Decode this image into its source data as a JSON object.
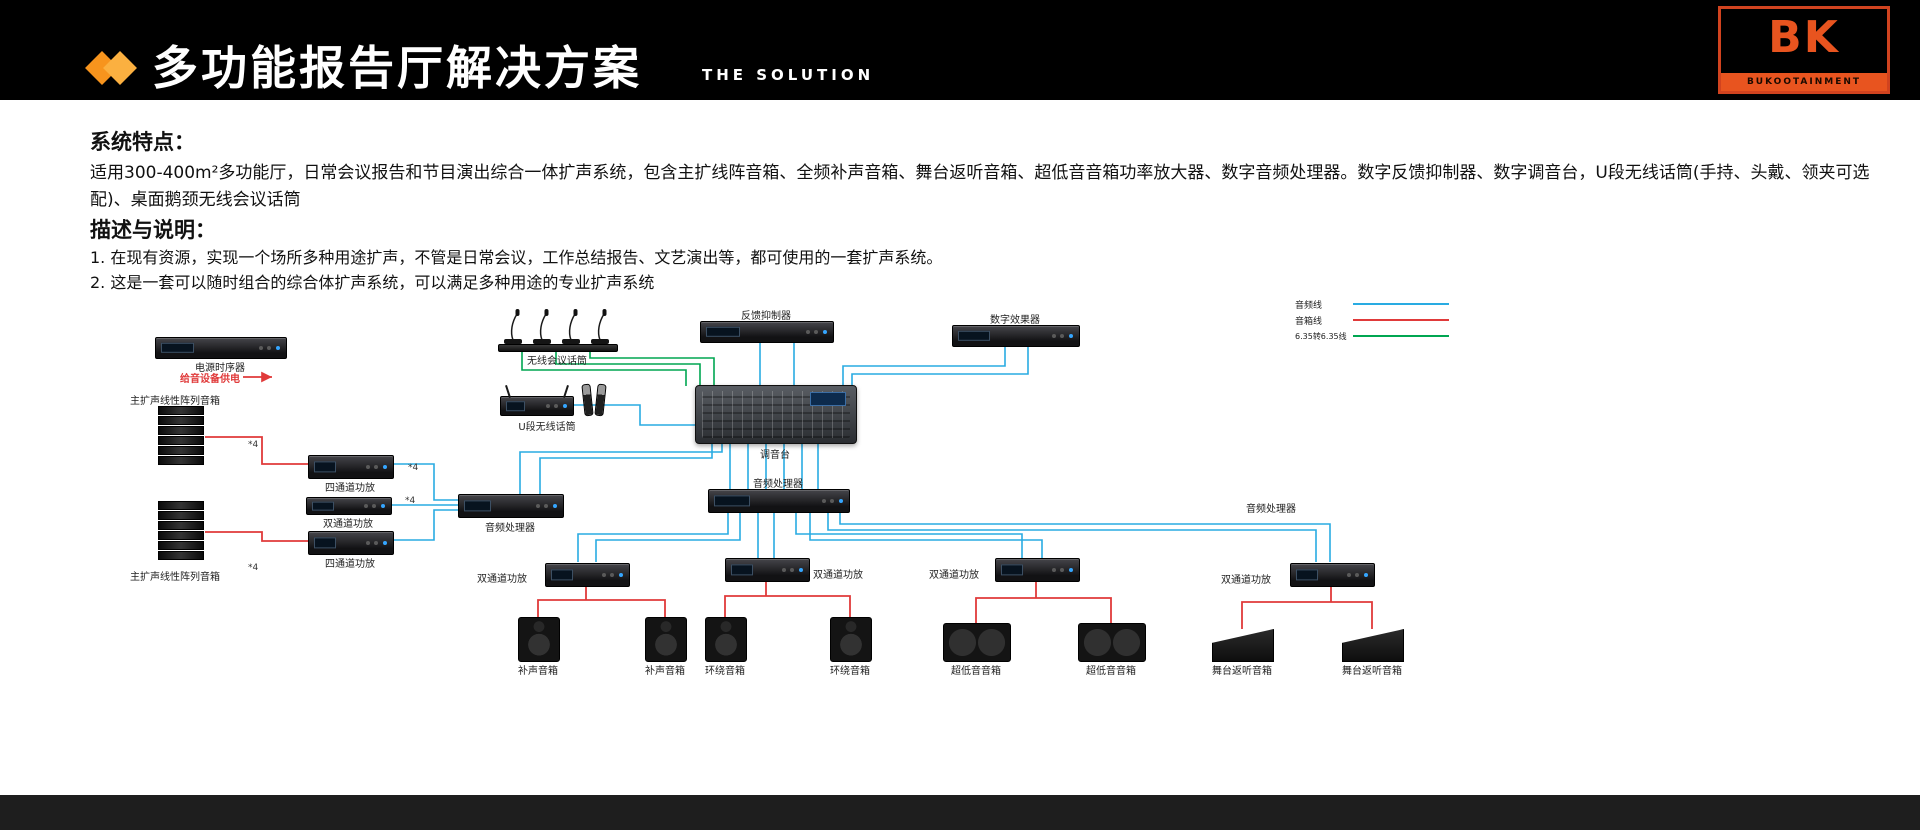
{
  "header": {
    "title": "多功能报告厅解决方案",
    "subtitle": "THE SOLUTION",
    "logo": {
      "text": "BK",
      "caption": "BUKOOTAINMENT"
    }
  },
  "content": {
    "features_heading": "系统特点：",
    "features_text": "适用300-400m²多功能厅，日常会议报告和节目演出综合一体扩声系统，包含主扩线阵音箱、全频补声音箱、舞台返听音箱、超低音音箱功率放大器、数字音频处理器。数字反馈抑制器、数字调音台，U段无线话筒(手持、头戴、领夹可选配)、桌面鹅颈无线会议话筒",
    "description_heading": "描述与说明：",
    "description_lines": [
      "1. 在现有资源，实现一个场所多种用途扩声，不管是日常会议，工作总结报告、文艺演出等，都可使用的一套扩声系统。",
      "2. 这是一套可以随时组合的综合体扩声系统，可以满足多种用途的专业扩声系统"
    ]
  },
  "legend": [
    {
      "label": "音频线",
      "color": "#29abe2"
    },
    {
      "label": "音箱线",
      "color": "#e03a3a"
    },
    {
      "label": "6.35转6.35线",
      "color": "#00a651"
    }
  ],
  "diagram": {
    "devices": {
      "power_sequencer": "电源时序器",
      "power_note": "给音设备供电",
      "line_array_top": "主扩声线性阵列音箱",
      "line_array_bottom": "主扩声线性阵列音箱",
      "amp_4ch_1": "四通道功放",
      "amp_2ch_left": "双通道功放",
      "amp_4ch_2": "四通道功放",
      "wireless_conference_mic": "无线会议话筒",
      "uband_wireless_mic": "U段无线话筒",
      "feedback_suppressor": "反馈抑制器",
      "digital_effects": "数字效果器",
      "mixer": "调音台",
      "processor_left": "音频处理器",
      "processor_center": "音频处理器",
      "processor_right": "音频处理器",
      "amp_2ch_b1": "双通道功放",
      "amp_2ch_b2": "双通道功放",
      "amp_2ch_b3": "双通道功放",
      "amp_2ch_b4": "双通道功放"
    },
    "speakers": [
      "补声音箱",
      "补声音箱",
      "环绕音箱",
      "环绕音箱",
      "超低音音箱",
      "超低音音箱",
      "舞台返听音箱",
      "舞台返听音箱"
    ],
    "annotations": {
      "times4": "*4"
    },
    "line_colors": {
      "audio": "#29abe2",
      "speaker": "#e03a3a",
      "jack_6_35": "#00a651"
    }
  }
}
